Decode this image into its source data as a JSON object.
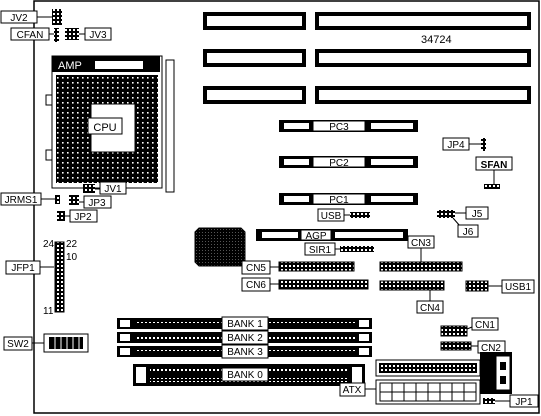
{
  "board_number": "34724",
  "cpu_socket": {
    "brand": "AMP",
    "label": "CPU"
  },
  "connectors": {
    "jv2": "JV2",
    "cfan": "CFAN",
    "jv3": "JV3",
    "jv1": "JV1",
    "jrms1": "JRMS1",
    "jp3": "JP3",
    "jp2": "JP2",
    "jp4": "JP4",
    "sfan": "SFAN",
    "pc3": "PC3",
    "pc2": "PC2",
    "pc1": "PC1",
    "usb": "USB",
    "j5": "J5",
    "j6": "J6",
    "agp": "AGP",
    "sir1": "SIR1",
    "cn3": "CN3",
    "cn5": "CN5",
    "cn6": "CN6",
    "cn4": "CN4",
    "usb1": "USB1",
    "jfp1": "JFP1",
    "sw2": "SW2",
    "cn1": "CN1",
    "cn2": "CN2",
    "atx": "ATX",
    "jp1": "JP1"
  },
  "jfp1_pins": {
    "p24": "24",
    "p22": "22",
    "p10": "10",
    "p11": "11"
  },
  "memory_banks": [
    "BANK 1",
    "BANK 2",
    "BANK 3",
    "BANK 0"
  ]
}
